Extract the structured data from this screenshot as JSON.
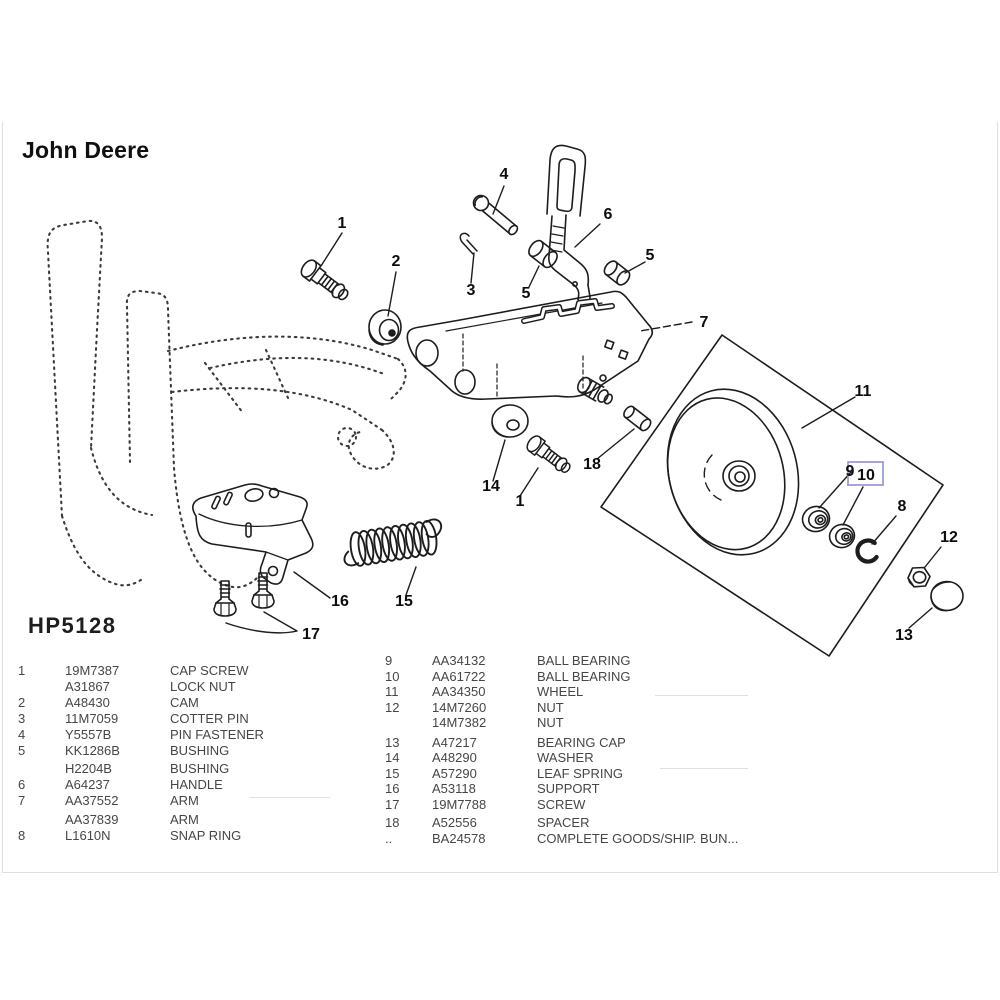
{
  "header": {
    "brand": "John Deere"
  },
  "diagram": {
    "code": "HP5128",
    "highlight_color": "#8f8fce",
    "callouts": {
      "one_top": "1",
      "two": "2",
      "three": "3",
      "four": "4",
      "five_left": "5",
      "five_right": "5",
      "six": "6",
      "seven": "7",
      "eight": "8",
      "nine": "9",
      "ten": "10",
      "eleven": "11",
      "twelve": "12",
      "thirteen": "13",
      "fourteen": "14",
      "one_mid": "1",
      "fifteen": "15",
      "sixteen": "16",
      "seventeen": "17",
      "eighteen": "18"
    }
  },
  "parts_list": {
    "left": [
      {
        "item": "1",
        "part": "19M7387",
        "desc": "CAP SCREW"
      },
      {
        "item": "",
        "part": "A31867",
        "desc": "LOCK NUT"
      },
      {
        "item": "2",
        "part": "A48430",
        "desc": "CAM"
      },
      {
        "item": "3",
        "part": "11M7059",
        "desc": "COTTER PIN"
      },
      {
        "item": "4",
        "part": "Y5557B",
        "desc": "PIN FASTENER"
      },
      {
        "item": "5",
        "part": "KK1286B",
        "desc": "BUSHING"
      },
      {
        "item": "",
        "part": "H2204B",
        "desc": "BUSHING"
      },
      {
        "item": "6",
        "part": "A64237",
        "desc": "HANDLE"
      },
      {
        "item": "7",
        "part": "AA37552",
        "desc": "ARM"
      },
      {
        "item": "",
        "part": "AA37839",
        "desc": "ARM"
      },
      {
        "item": "8",
        "part": "L1610N",
        "desc": "SNAP RING"
      }
    ],
    "right": [
      {
        "item": "9",
        "part": "AA34132",
        "desc": "BALL BEARING"
      },
      {
        "item": "10",
        "part": "AA61722",
        "desc": "BALL BEARING"
      },
      {
        "item": "11",
        "part": "AA34350",
        "desc": "WHEEL"
      },
      {
        "item": "12",
        "part": "14M7260",
        "desc": "NUT"
      },
      {
        "item": "",
        "part": "14M7382",
        "desc": "NUT"
      },
      {
        "item": "13",
        "part": "A47217",
        "desc": "BEARING CAP"
      },
      {
        "item": "14",
        "part": "A48290",
        "desc": "WASHER"
      },
      {
        "item": "15",
        "part": "A57290",
        "desc": "LEAF SPRING"
      },
      {
        "item": "16",
        "part": "A53118",
        "desc": "SUPPORT"
      },
      {
        "item": "17",
        "part": "19M7788",
        "desc": "SCREW"
      },
      {
        "item": "18",
        "part": "A52556",
        "desc": "SPACER"
      },
      {
        "item": "..",
        "part": "BA24578",
        "desc": "COMPLETE GOODS/SHIP. BUN..."
      }
    ]
  }
}
